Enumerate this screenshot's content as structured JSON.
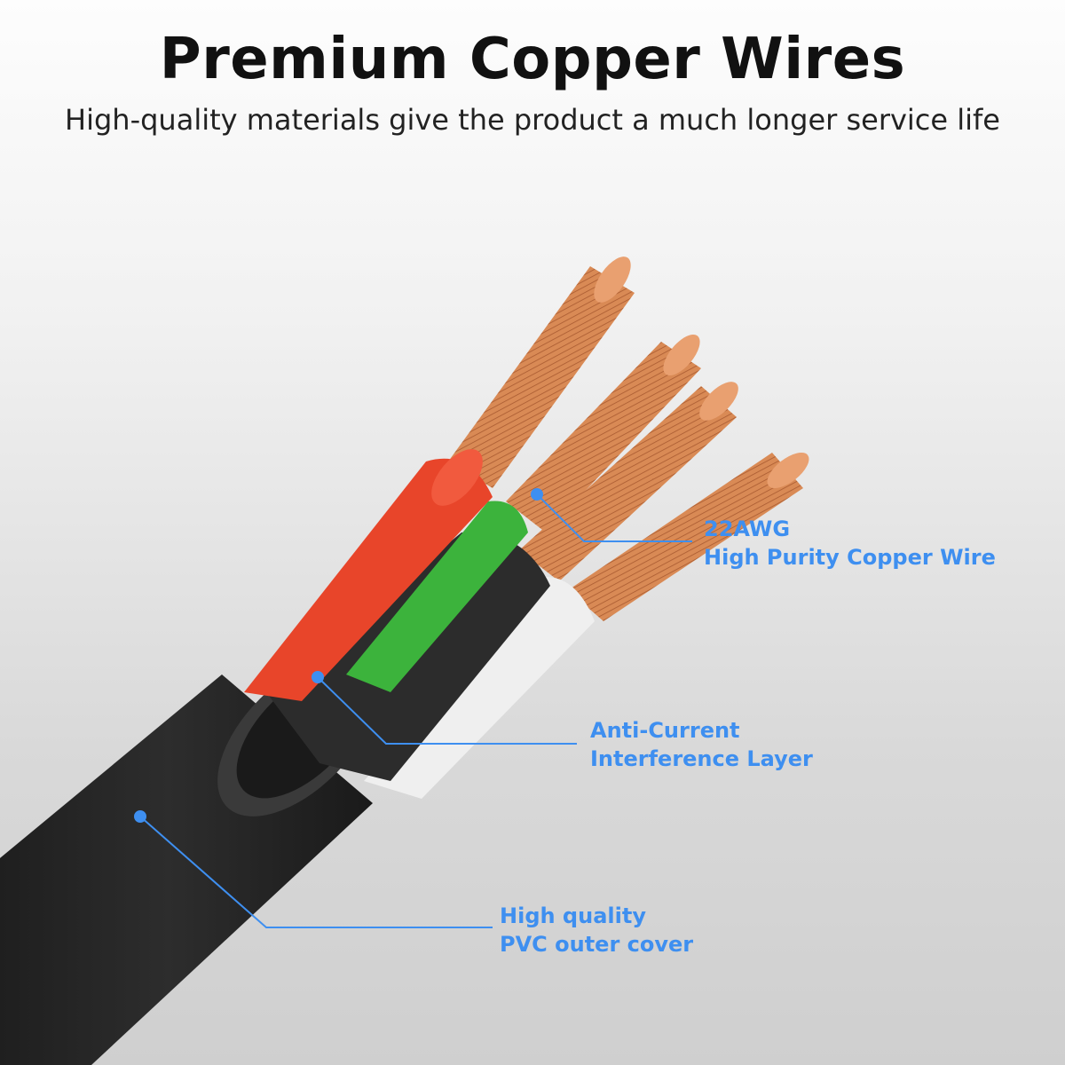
{
  "header": {
    "title": "Premium Copper Wires",
    "subtitle": "High-quality materials give the product a much longer service life"
  },
  "callouts": {
    "wire": {
      "line1": "22AWG",
      "line2": "High Purity Copper Wire"
    },
    "layer": {
      "line1": "Anti-Current",
      "line2": "Interference Layer"
    },
    "cover": {
      "line1": "High quality",
      "line2": "PVC outer cover"
    }
  },
  "colors": {
    "accent": "#3e8ff0",
    "copper": "#d98a55",
    "jacket": "#262626",
    "red_wire": "#e8452a",
    "green_wire": "#3cb33c",
    "white_wire": "#f2f2f2"
  }
}
